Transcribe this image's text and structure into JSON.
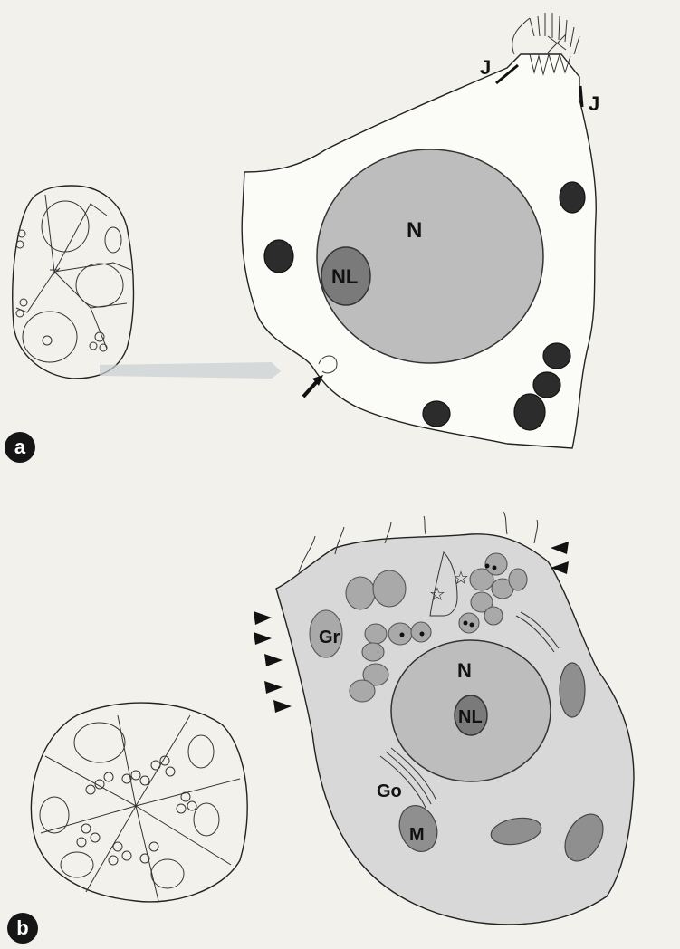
{
  "panels": {
    "a": {
      "badge": "a",
      "labels": {
        "junction_top": "J",
        "junction_right": "J",
        "nucleus": "N",
        "nucleolus": "NL"
      }
    },
    "b": {
      "badge": "b",
      "labels": {
        "granules": "Gr",
        "nucleus": "N",
        "nucleolus": "NL",
        "golgi": "Go",
        "mitochondrion": "M"
      },
      "markers": {
        "star": "☆"
      }
    }
  },
  "colors": {
    "background": "#f2f1ec",
    "cytoplasm": "#d8d8d8",
    "nucleus": "#bdbdbd",
    "nucleolus": "#7a7a7a",
    "dark_granule": "#2c2c2c",
    "outline": "#222222"
  }
}
